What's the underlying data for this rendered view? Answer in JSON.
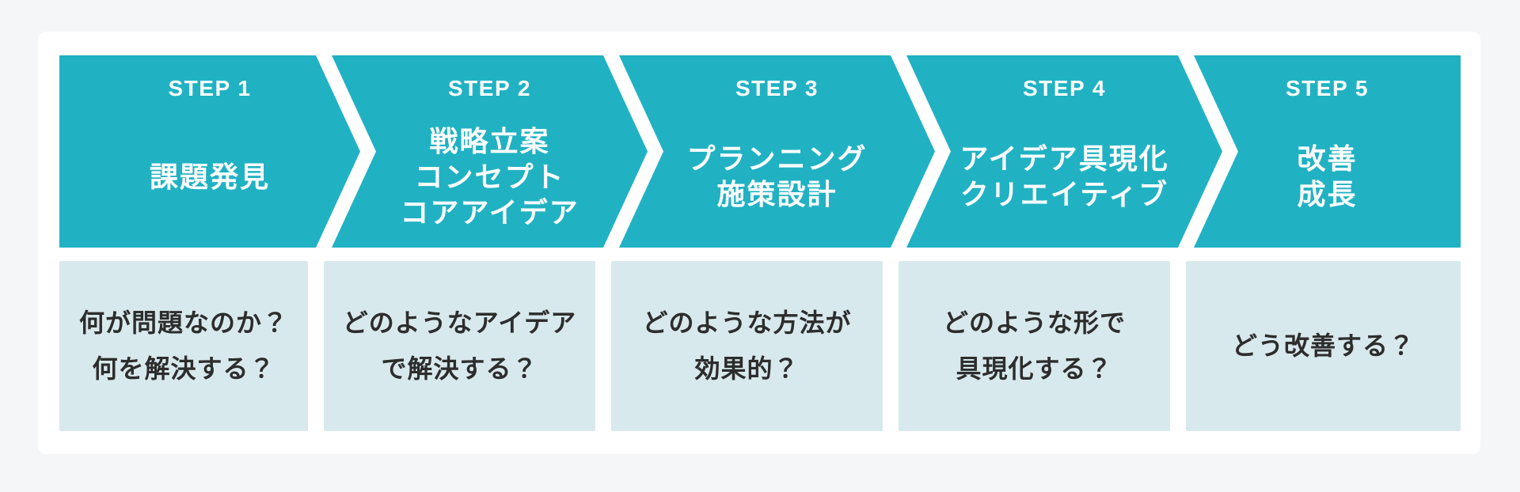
{
  "colors": {
    "accent": "#20b2c3",
    "panel": "#d8e9ed",
    "page-bg": "#f5f6f7",
    "card-bg": "#ffffff",
    "step-text": "#ffffff",
    "question-text": "#2d2d2d"
  },
  "steps": [
    {
      "step_label": "STEP 1",
      "title": "課題発見",
      "question": "何が問題なのか？\n何を解決する？"
    },
    {
      "step_label": "STEP 2",
      "title": "戦略立案\nコンセプト\nコアアイデア",
      "question": "どのようなアイデア\nで解決する？"
    },
    {
      "step_label": "STEP 3",
      "title": "プランニング\n施策設計",
      "question": "どのような方法が\n効果的？"
    },
    {
      "step_label": "STEP 4",
      "title": "アイデア具現化\nクリエイティブ",
      "question": "どのような形で\n具現化する？"
    },
    {
      "step_label": "STEP 5",
      "title": "改善\n成長",
      "question": "どう改善する？"
    }
  ]
}
